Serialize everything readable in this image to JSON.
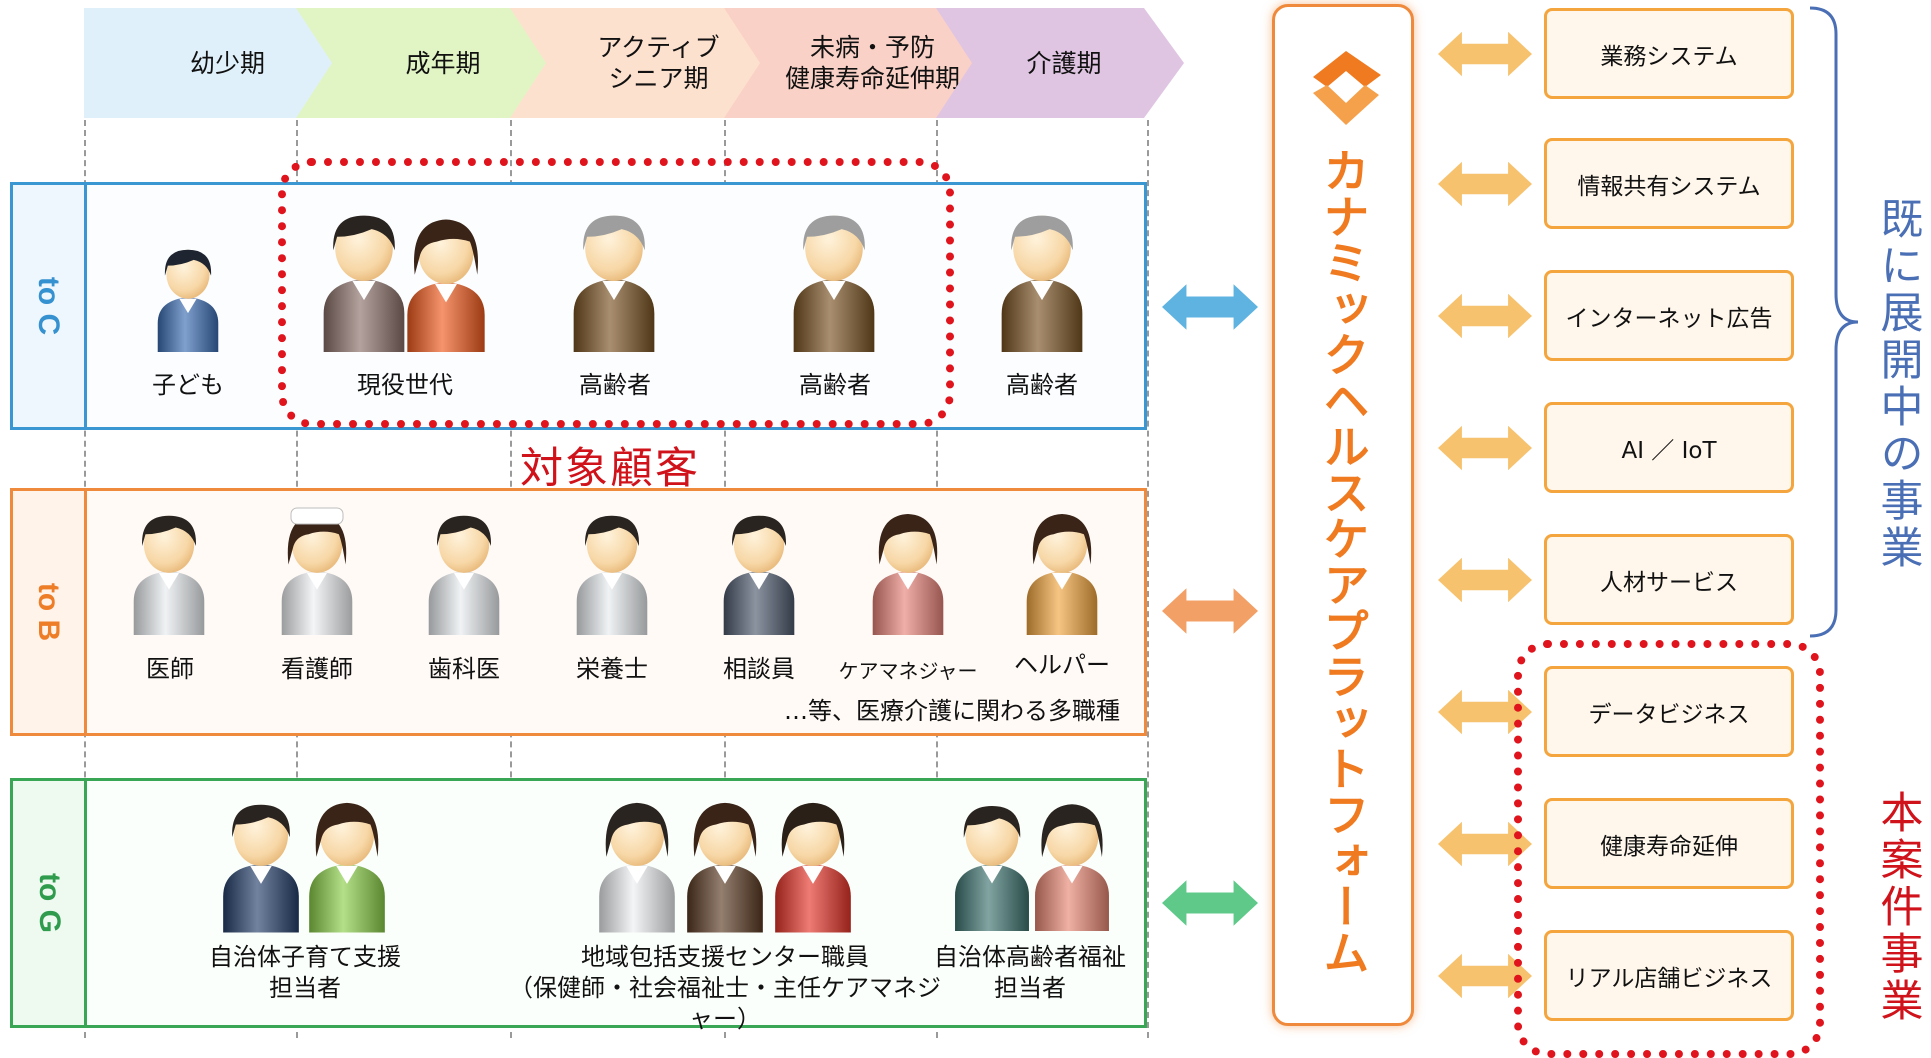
{
  "stages": [
    "幼少期",
    "成年期",
    "アクティブ\nシニア期",
    "未病・予防\n健康寿命延伸期",
    "介護期"
  ],
  "rows": {
    "toC": {
      "label": "to C",
      "people": [
        "子ども",
        "現役世代",
        "高齢者",
        "高齢者",
        "高齢者"
      ]
    },
    "toB": {
      "label": "to B",
      "people": [
        "医師",
        "看護師",
        "歯科医",
        "栄養士",
        "相談員",
        "ケアマネジャー",
        "ヘルパー"
      ],
      "note": "…等、医療介護に関わる多職種"
    },
    "toG": {
      "label": "to G",
      "groups": [
        "自治体子育て支援\n担当者",
        "地域包括支援センター職員\n（保健師・社会福祉士・主任ケアマネジャー）",
        "自治体高齢者福祉\n担当者"
      ]
    }
  },
  "target_label": "対象顧客",
  "platform": {
    "name": "カナミックヘルスケアプラットフォーム",
    "logo": "kanamic-logo"
  },
  "businesses": [
    "業務システム",
    "情報共有システム",
    "インターネット広告",
    "AI ／ IoT",
    "人材サービス",
    "データビジネス",
    "健康寿命延伸",
    "リアル店舗ビジネス"
  ],
  "existing_label": "既に展開中の事業",
  "project_label": "本案件事業",
  "colors": {
    "toC": "#3a97d2",
    "toB": "#ef8a3c",
    "toG": "#39a656",
    "accent_red": "#e0141c",
    "platform": "#ef8a3c",
    "brace": "#4a6fb5"
  }
}
